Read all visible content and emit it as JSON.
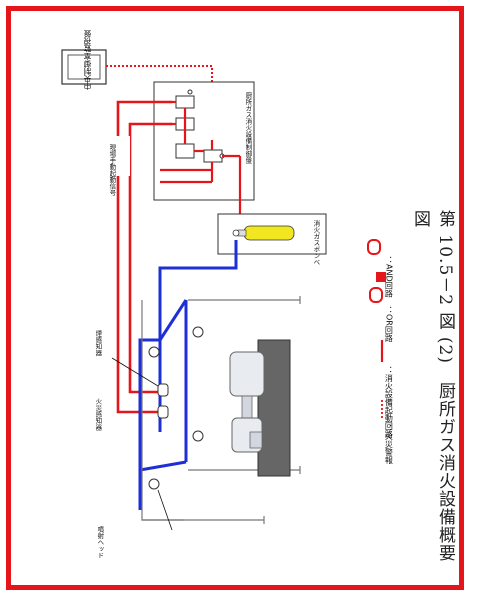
{
  "figure": {
    "caption": "第 10.5－2 図 (2)　厨所ガス消火設備概要図"
  },
  "labels": {
    "central_panel": "中央制御室監視盤",
    "control_panel": "厨所ガス消火設備制御盤",
    "manual_start": "現場手動起動信号",
    "gas_cylinder": "消火ガスボンベ",
    "smoke_detector": "煙感知器",
    "heat_detector": "火災感知器",
    "nozzle_head": "噴射ヘッド"
  },
  "legend": {
    "activation_line": "：消火設備起動回路",
    "alarm_line": "：火災警報",
    "or_gate": "：OR回路",
    "and_gate": "：AND回路"
  },
  "colors": {
    "frame": "#e4151b",
    "signal": "#e4151b",
    "pipe": "#1f2fd6",
    "cylinder": "#f2e620",
    "alarm_dotted": "#e4151b"
  }
}
